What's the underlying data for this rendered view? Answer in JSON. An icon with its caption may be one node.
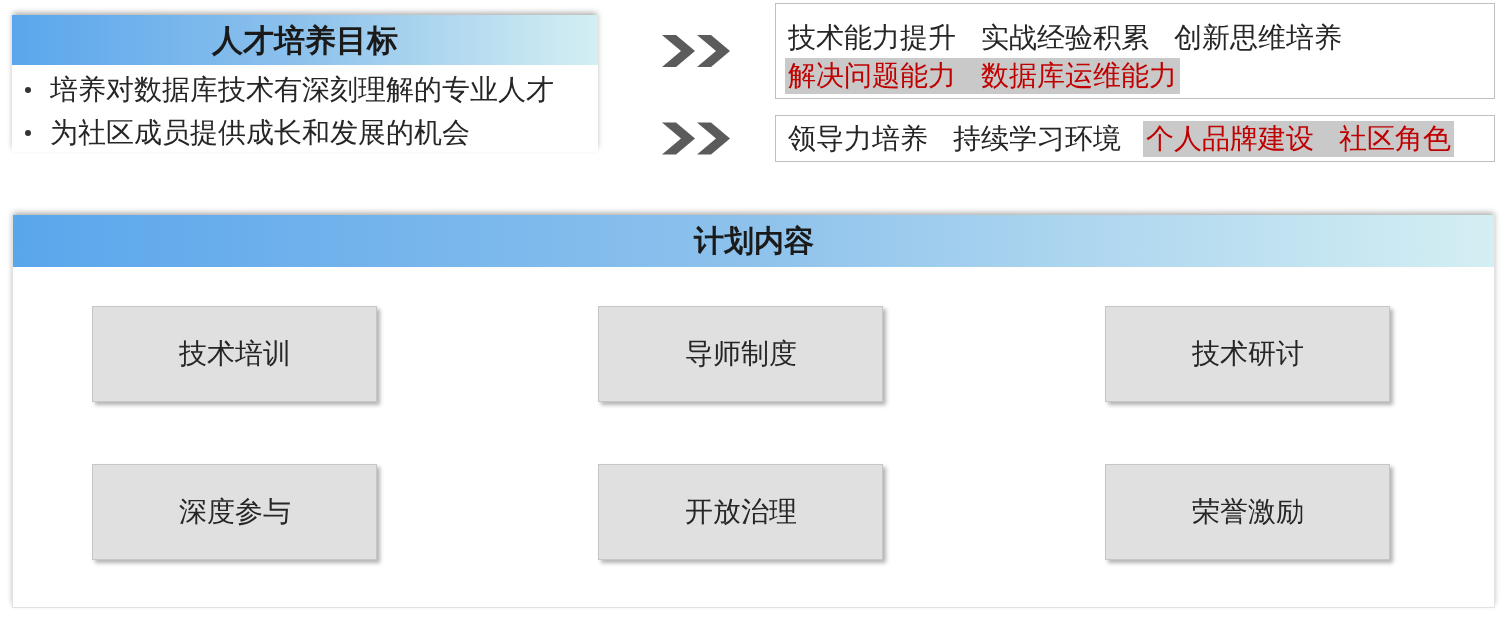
{
  "diagram": {
    "nodes": [
      {
        "text": [
          "人才培养目标",
          "培养对数据库技术有深刻理解的专业人才",
          "为社区成员提供成长和发展的机会"
        ]
      },
      {
        "text": [
          "技术能力提升",
          "实战经验积累",
          "创新思维培养",
          "解决问题能力",
          "数据库运维能力"
        ]
      },
      {
        "text": [
          "领导力培养",
          "持续学习环境",
          "个人品牌建设",
          "社区角色"
        ]
      },
      {
        "text": [
          "计划内容"
        ]
      },
      {
        "text": [
          "技术培训"
        ],
        "in": 3
      },
      {
        "text": [
          "导师制度"
        ],
        "in": 3
      },
      {
        "text": [
          "技术研讨"
        ],
        "in": 3
      },
      {
        "text": [
          "深度参与"
        ],
        "in": 3
      },
      {
        "text": [
          "开放治理"
        ],
        "in": 3
      },
      {
        "text": [
          "荣誉激励"
        ],
        "in": 3
      }
    ],
    "edges": [
      {
        "from": 0,
        "to": 1,
        "arrow": "to"
      },
      {
        "from": 0,
        "to": 2,
        "arrow": "to"
      }
    ]
  }
}
